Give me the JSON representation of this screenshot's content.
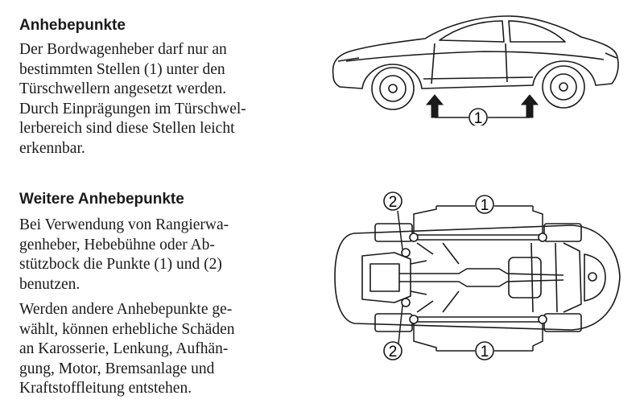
{
  "section1": {
    "heading": "Anhebepunkte",
    "lines": [
      "Der Bordwagenheber darf nur an",
      "bestimmten Stellen (1) unter den",
      "Türschwellern angesetzt werden.",
      "Durch Einprägungen im Türschwel-",
      "lerbereich sind diese Stellen leicht",
      "erkennbar."
    ]
  },
  "section2": {
    "heading": "Weitere Anhebepunkte",
    "para1_lines": [
      "Bei Verwendung von Rangierwa-",
      "genheber, Hebebühne oder Ab-",
      "stützbock die Punkte (1) und (2)",
      "benutzen."
    ],
    "para2_lines": [
      "Werden andere Anhebepunkte ge-",
      "wählt, können erhebliche Schäden",
      "an Karosserie, Lenkung, Aufhän-",
      "gung, Motor, Bremsanlage und",
      "Kraftstoffleitung entstehen."
    ]
  },
  "figure_side": {
    "callout": "1"
  },
  "figure_bottom": {
    "callout_top_left": "2",
    "callout_top_right": "1",
    "callout_bottom_left": "2",
    "callout_bottom_right": "1"
  }
}
